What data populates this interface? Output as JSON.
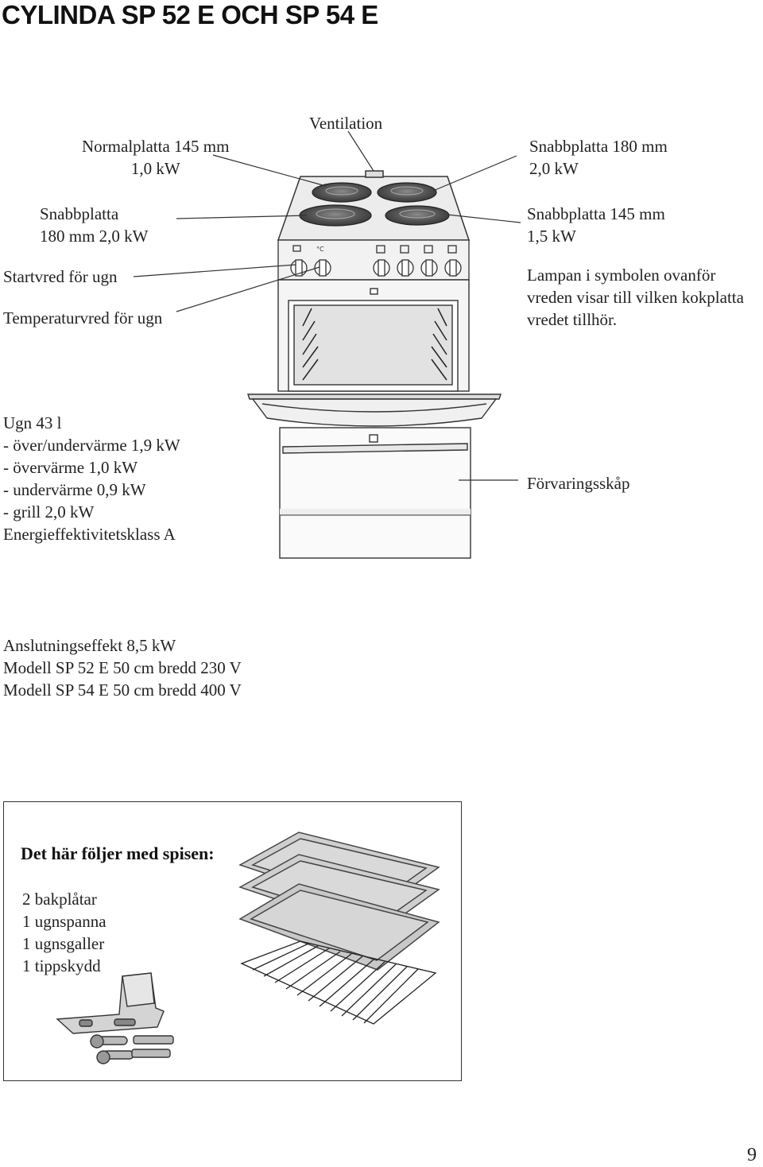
{
  "title": "CYLINDA SP 52 E OCH SP 54 E",
  "labels": {
    "ventilation": "Ventilation",
    "normalplatta": [
      "Normalplatta 145 mm",
      "1,0 kW"
    ],
    "snabbplatta_left": [
      "Snabbplatta",
      "180 mm 2,0 kW"
    ],
    "startvred": "Startvred för ugn",
    "temperaturvred": "Temperaturvred för ugn",
    "snabbplatta_180": [
      "Snabbplatta 180 mm",
      "2,0 kW"
    ],
    "snabbplatta_145": [
      "Snabbplatta 145 mm",
      "1,5 kW"
    ],
    "lampan": [
      "Lampan i symbolen ovanför",
      "vreden visar till vilken kokplatta",
      "vredet tillhör."
    ],
    "ugn": [
      "Ugn 43 l",
      "- över/undervärme 1,9 kW",
      "- övervärme 1,0 kW",
      "- undervärme 0,9 kW",
      "- grill 2,0 kW",
      "Energieffektivitetsklass A"
    ],
    "forvaringsskap": "Förvaringsskåp"
  },
  "specs": [
    "Anslutningseffekt 8,5 kW",
    "Modell SP 52 E 50 cm bredd 230 V",
    "Modell SP 54 E 50 cm bredd 400 V"
  ],
  "included": {
    "heading": "Det här följer med spisen:",
    "items": [
      "2 bakplåtar",
      "1 ugnspanna",
      "1 ugnsgaller",
      "1 tippskydd"
    ]
  },
  "page_number": "9",
  "colors": {
    "ink": "#222222",
    "panel": "#e6e6e6",
    "plate": "#555555",
    "line": "#333333"
  }
}
